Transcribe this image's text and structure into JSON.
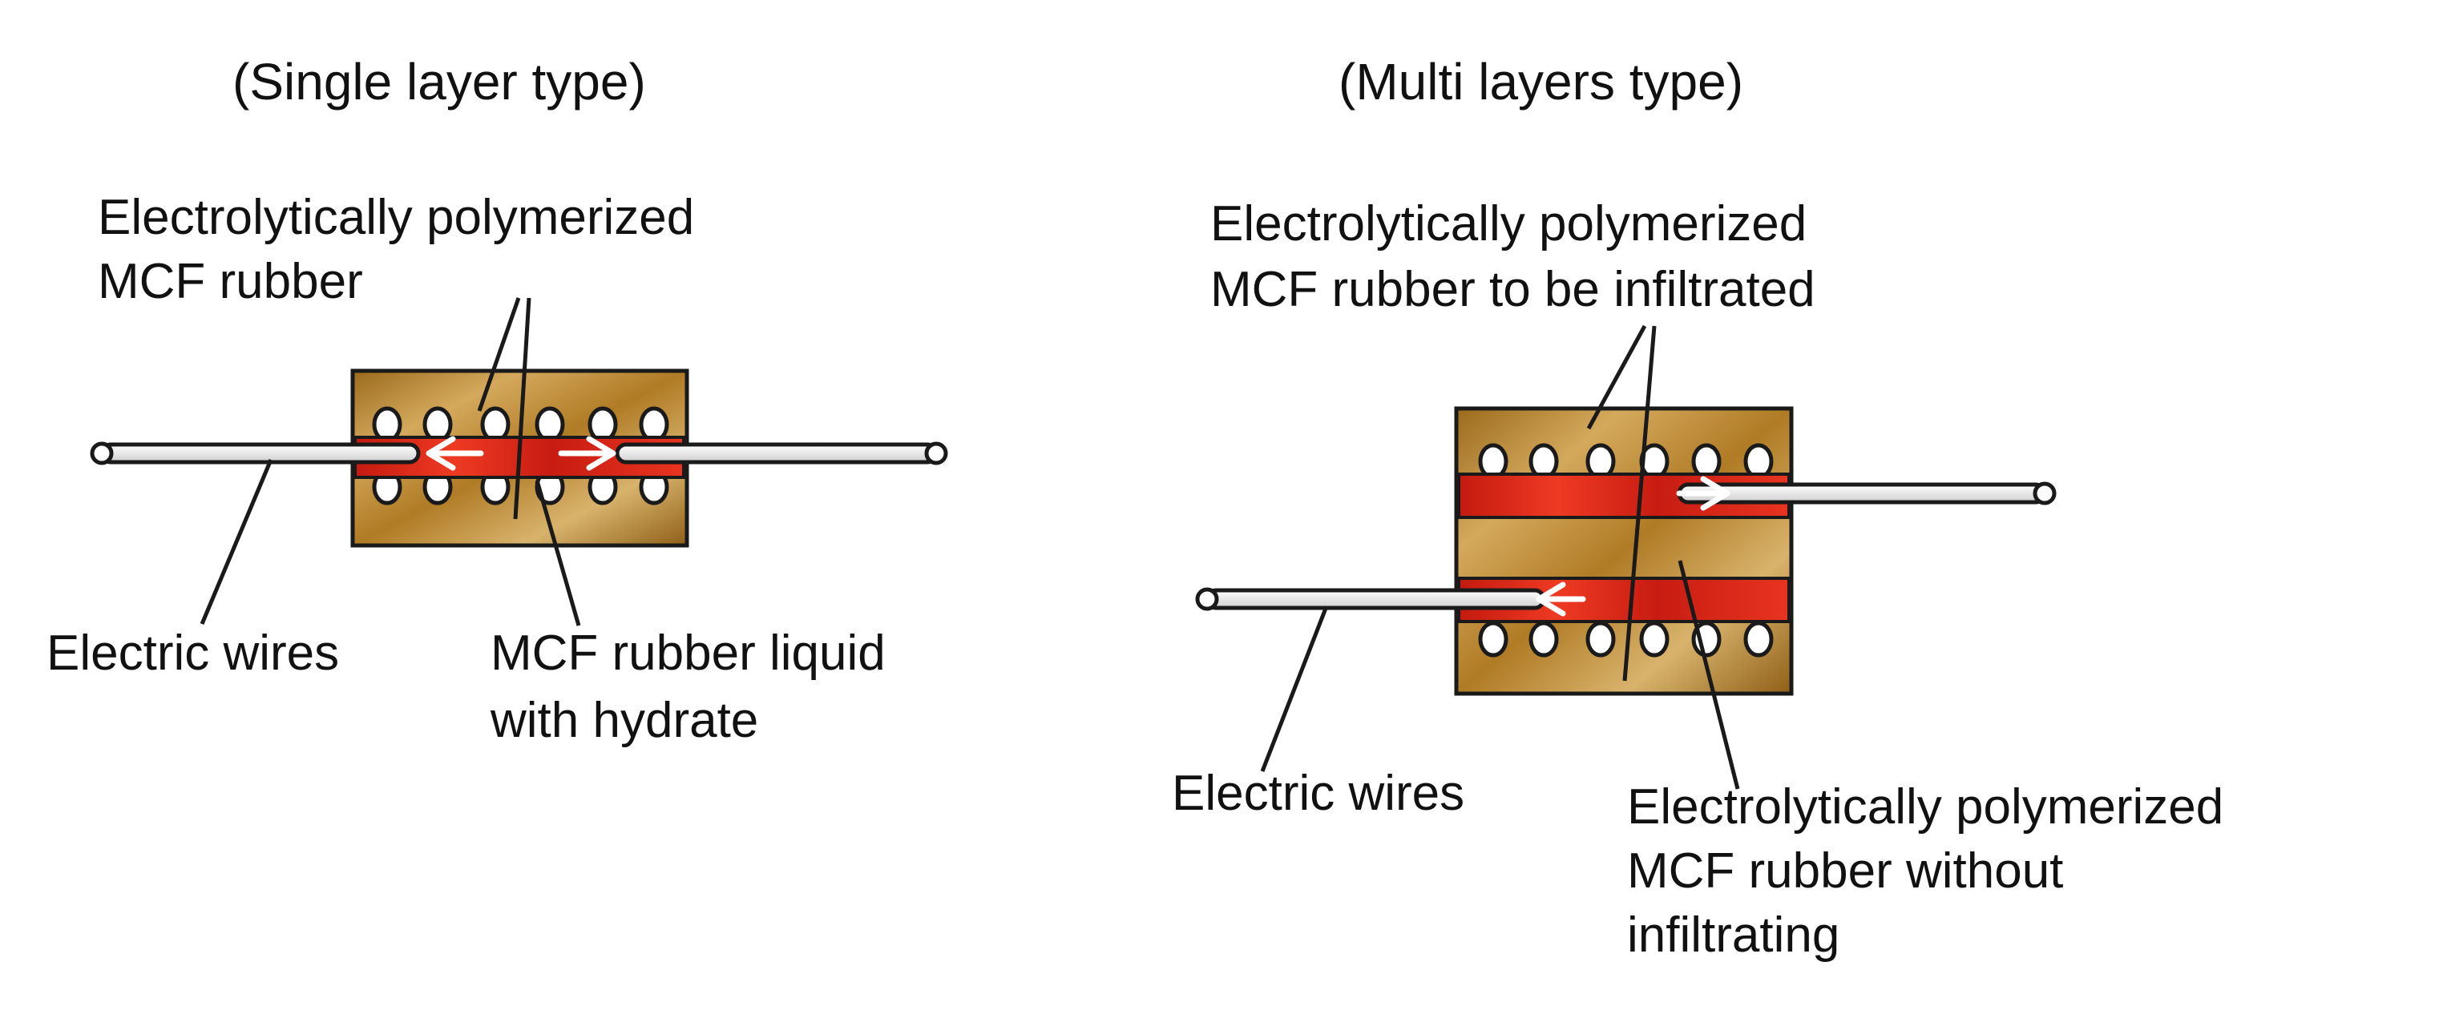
{
  "colors": {
    "block": "#b8862a",
    "block_light": "#d9b46a",
    "block_dark": "#8a5a14",
    "rubber_red": "#e23120",
    "rubber_dark": "#a8120c",
    "wire": "#e8e8e8",
    "outline": "#1a1a1a",
    "arrow": "#ffffff"
  },
  "single": {
    "title": "(Single layer type)",
    "label_polymerized": [
      "Electrolytically polymerized",
      "MCF rubber"
    ],
    "label_wires": "Electric wires",
    "label_liquid": [
      "MCF rubber liquid",
      "with hydrate"
    ]
  },
  "multi": {
    "title": "(Multi layers type)",
    "label_infiltrated": [
      "Electrolytically polymerized",
      "MCF rubber to be infiltrated"
    ],
    "label_wires": "Electric wires",
    "label_without": [
      "Electrolytically polymerized",
      "MCF rubber without",
      "infiltrating"
    ]
  }
}
